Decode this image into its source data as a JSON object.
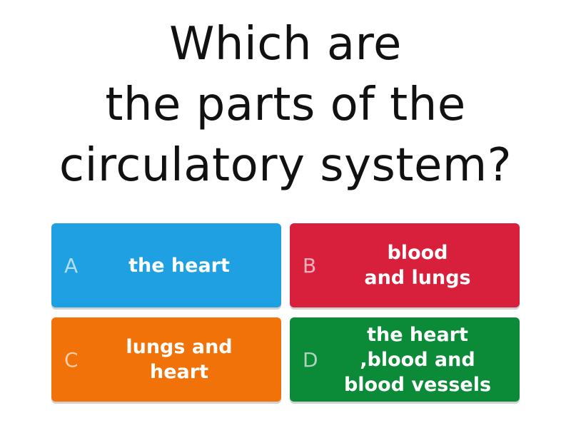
{
  "question": {
    "text": "Which are\nthe parts of the\ncirculatory system?"
  },
  "answers": [
    {
      "letter": "A",
      "label": "the heart",
      "color": "#1fa0e2"
    },
    {
      "letter": "B",
      "label": "blood\nand lungs",
      "color": "#d81f3c"
    },
    {
      "letter": "C",
      "label": "lungs and\nheart",
      "color": "#f07208"
    },
    {
      "letter": "D",
      "label": "the heart\n,blood and\nblood vessels",
      "color": "#0b8a38"
    }
  ]
}
